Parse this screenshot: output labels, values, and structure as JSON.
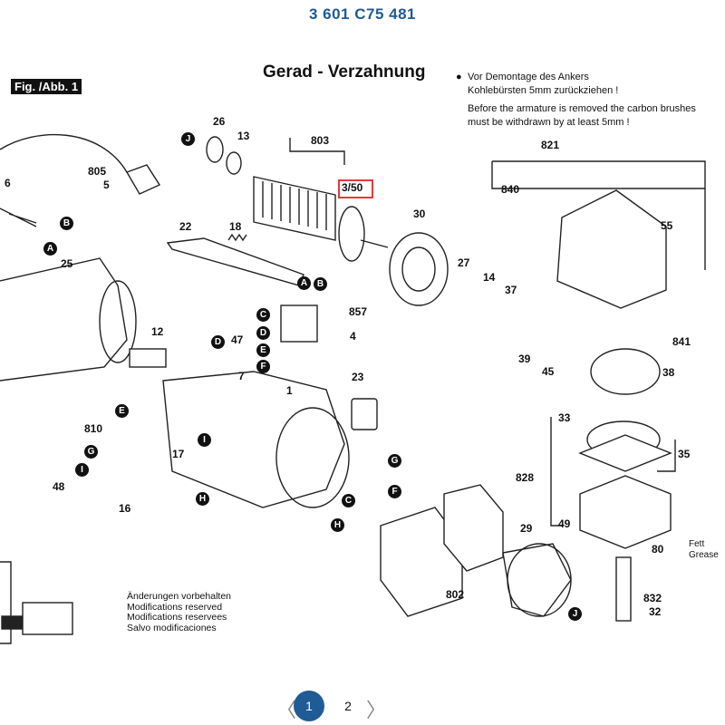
{
  "doc_number": "3 601 C75 481",
  "fig_label": "Fig. /Abb. 1",
  "title": "Gerad - Verzahnung",
  "note": {
    "bullet": "●",
    "de_line1": "Vor Demontage des Ankers",
    "de_line2": "Kohlebürsten 5mm zurückziehen !",
    "en_line1": "Before the armature is removed the carbon brushes",
    "en_line2": "must be withdrawn by at least 5mm !"
  },
  "highlighted_part": "3/50",
  "part_numbers": [
    "26",
    "13",
    "803",
    "805",
    "5",
    "6",
    "22",
    "18",
    "30",
    "27",
    "14",
    "37",
    "55",
    "821",
    "840",
    "25",
    "12",
    "47",
    "7",
    "857",
    "4",
    "1",
    "23",
    "810",
    "17",
    "48",
    "16",
    "39",
    "45",
    "841",
    "38",
    "33",
    "35",
    "828",
    "49",
    "80",
    "29",
    "802",
    "832",
    "32"
  ],
  "callout_letters": [
    "J",
    "B",
    "A",
    "B",
    "A",
    "C",
    "D",
    "E",
    "F",
    "D",
    "E",
    "G",
    "I",
    "H",
    "G",
    "F",
    "C",
    "H",
    "J",
    "I"
  ],
  "modifications": {
    "de": "Änderungen vorbehalten",
    "en": "Modifications reserved",
    "fr": "Modifications reservees",
    "es": "Salvo modificaciones"
  },
  "fett_label": "Fett",
  "grease_label": "Grease",
  "pagination": {
    "prev": "〈",
    "next": "〉",
    "pages": [
      "1",
      "2"
    ],
    "current": "1"
  }
}
